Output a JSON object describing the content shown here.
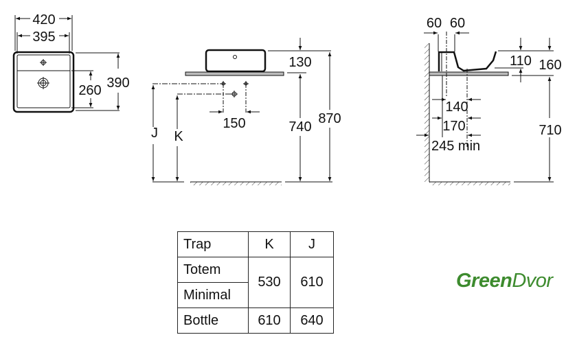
{
  "top_view": {
    "width_outer": "420",
    "width_inner": "395",
    "depth": "390",
    "inner_depth": "260"
  },
  "front_view": {
    "basin_height": "130",
    "counter_height": "740",
    "total_height": "870",
    "trap_spacing": "150",
    "label_j": "J",
    "label_k": "K"
  },
  "side_view": {
    "left_60": "60",
    "right_60": "60",
    "depth_110": "110",
    "height_160": "160",
    "dim_140": "140",
    "dim_170": "170",
    "dim_245": "245 min",
    "height_710": "710"
  },
  "trap_table": {
    "headers": [
      "Trap",
      "K",
      "J"
    ],
    "rows": [
      {
        "type": "Totem"
      },
      {
        "type": "Minimal"
      },
      {
        "type": "Bottle",
        "k": "610",
        "j": "640"
      }
    ],
    "merged_k": "530",
    "merged_j": "610"
  },
  "logo": {
    "green": "Green",
    "dvor": "Dvor",
    "color": "#3d8b2e"
  }
}
